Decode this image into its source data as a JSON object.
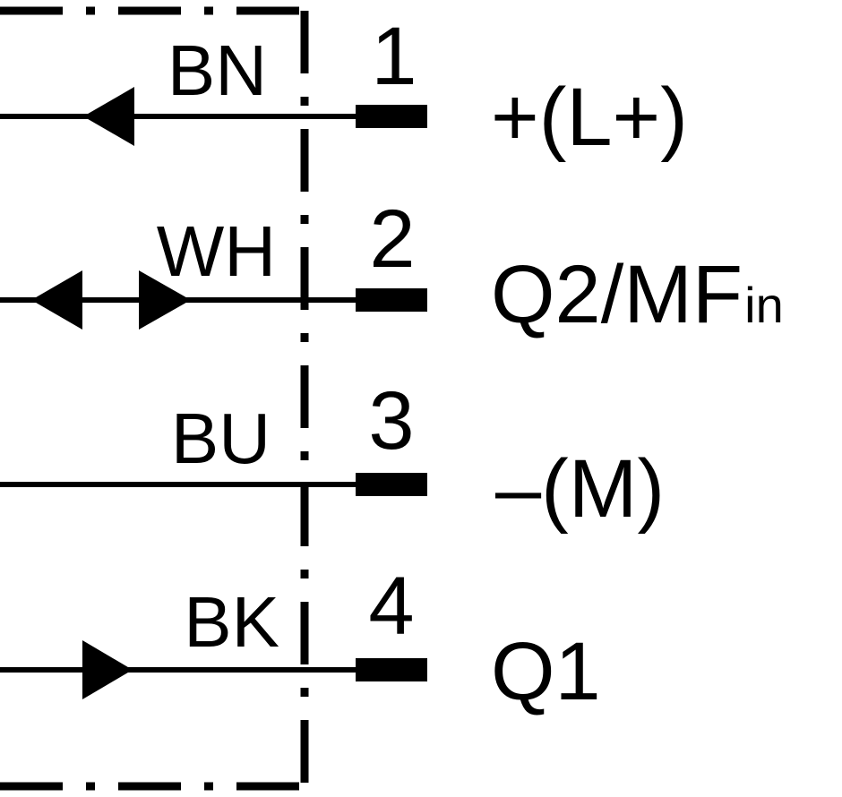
{
  "diagram": {
    "pins": [
      {
        "number": "1",
        "wire_color": "BN",
        "signal": "+(L+)",
        "signal_sub": "",
        "arrow": "arrow-left-icon"
      },
      {
        "number": "2",
        "wire_color": "WH",
        "signal": "Q2/MF",
        "signal_sub": "in",
        "arrow": "arrow-bidirectional-icon"
      },
      {
        "number": "3",
        "wire_color": "BU",
        "signal": "–(M)",
        "signal_sub": "",
        "arrow": "none"
      },
      {
        "number": "4",
        "wire_color": "BK",
        "signal": "Q1",
        "signal_sub": "",
        "arrow": "arrow-right-icon"
      }
    ]
  }
}
